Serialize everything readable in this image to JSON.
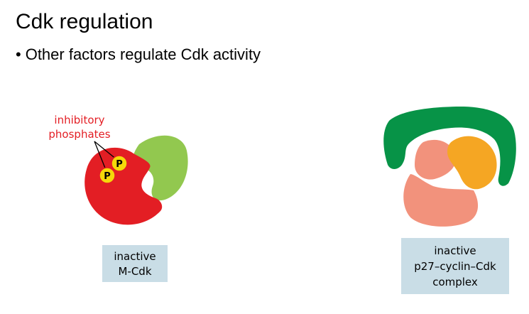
{
  "slide": {
    "title": "Cdk regulation",
    "bullet_marker": "•",
    "bullet": "Other factors regulate Cdk activity"
  },
  "left_diagram": {
    "callout_line1": "inhibitory",
    "callout_line2": "phosphates",
    "phosphate_1": "P",
    "phosphate_2": "P",
    "caption_line1": "inactive",
    "caption_line2": "M-Cdk"
  },
  "right_diagram": {
    "caption_line1": "inactive",
    "caption_line2": "p27–cyclin–Cdk",
    "caption_line3": "complex"
  },
  "colors": {
    "cdk_red": "#e31e24",
    "cyclin_light_green": "#92c84f",
    "callout_red": "#e31e24",
    "phosphate_yellow": "#f5d90a",
    "cdk_salmon": "#f2927c",
    "cyclin_orange": "#f5a623",
    "p27_green": "#079347",
    "caption_box": "#c9dde6"
  }
}
